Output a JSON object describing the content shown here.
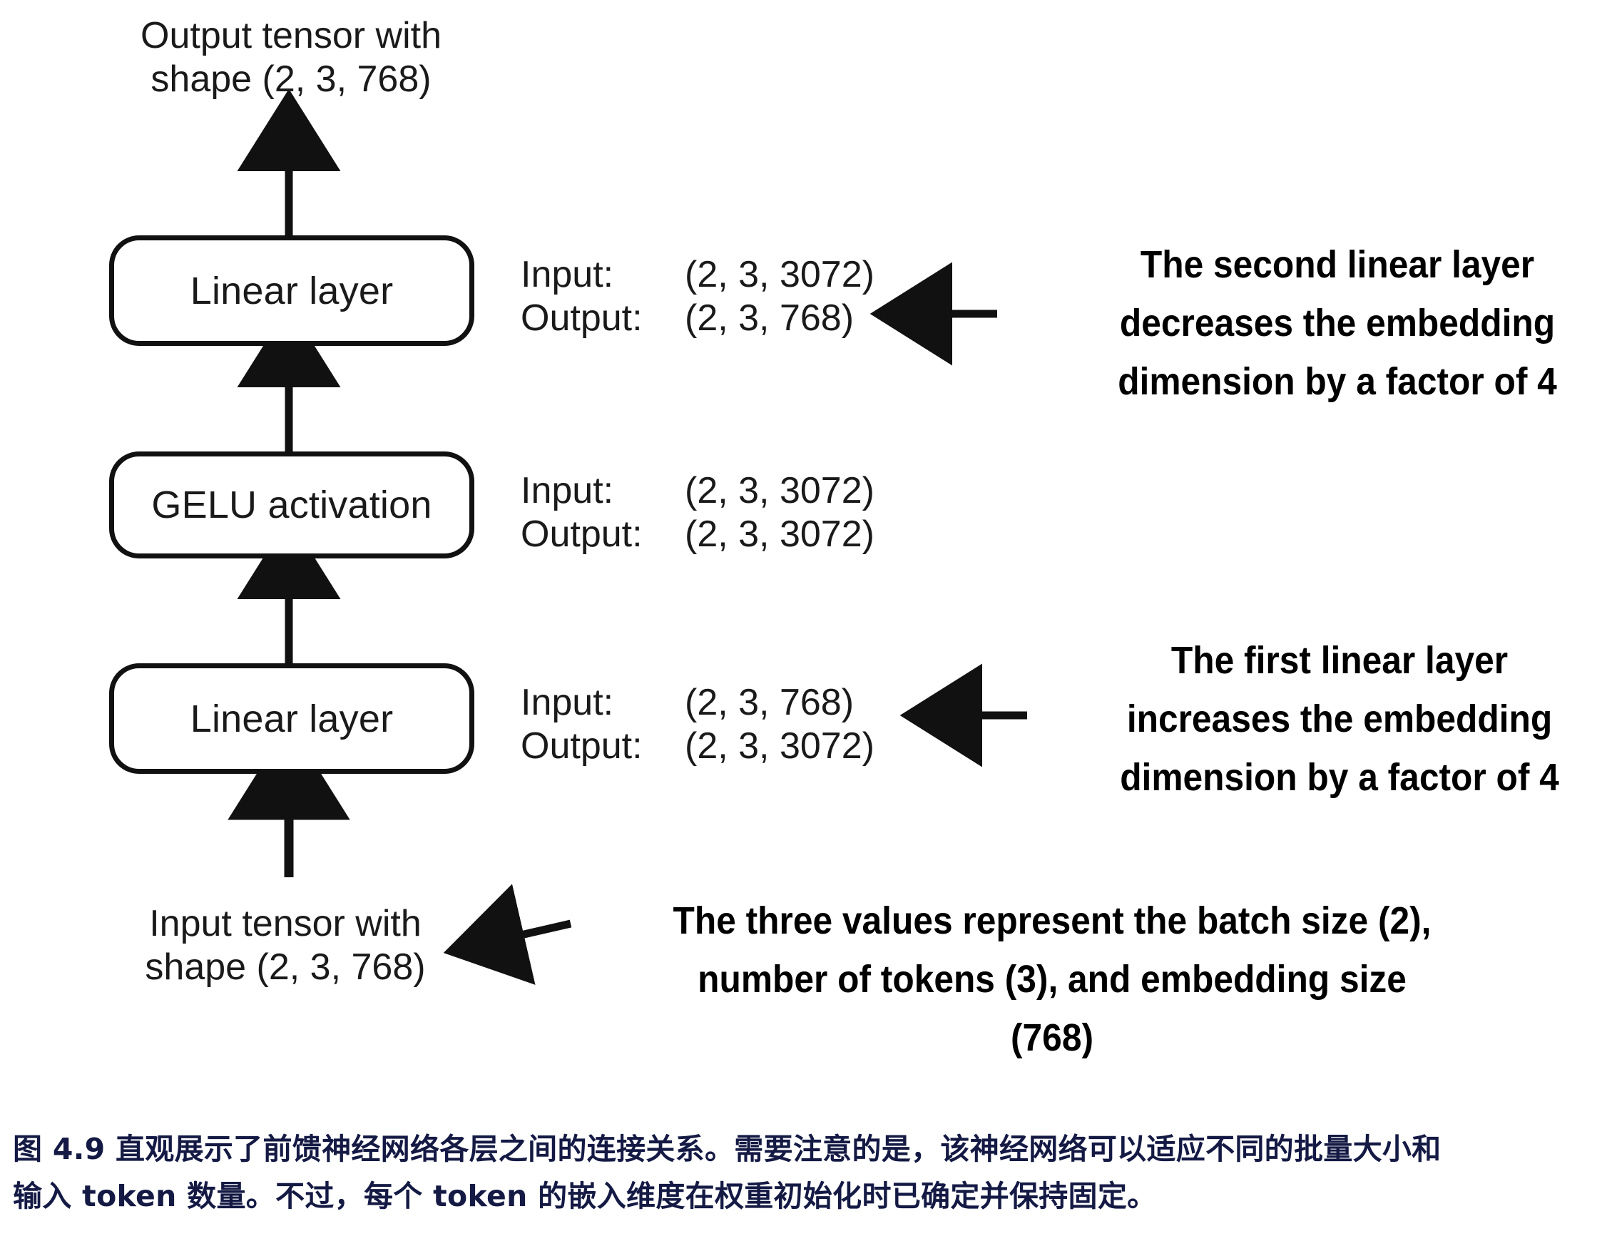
{
  "figure": {
    "top_tensor_label": "Output tensor with\nshape (2, 3, 768)",
    "bottom_tensor_label": "Input tensor with\nshape (2, 3, 768)",
    "nodes": [
      {
        "id": "linear-2",
        "label": "Linear layer"
      },
      {
        "id": "gelu",
        "label": "GELU activation"
      },
      {
        "id": "linear-1",
        "label": "Linear layer"
      }
    ],
    "io_blocks": [
      {
        "id": "io-linear-2",
        "input_key": "Input:",
        "input_value": "(2, 3, 3072)",
        "output_key": "Output:",
        "output_value": "(2, 3, 768)"
      },
      {
        "id": "io-gelu",
        "input_key": "Input:",
        "input_value": "(2, 3, 3072)",
        "output_key": "Output:",
        "output_value": "(2, 3, 3072)"
      },
      {
        "id": "io-linear-1",
        "input_key": "Input:",
        "input_value": "(2, 3, 768)",
        "output_key": "Output:",
        "output_value": "(2, 3, 3072)"
      }
    ],
    "annotations": [
      {
        "id": "annot-second-linear",
        "line1": "The second linear layer",
        "line2": "decreases the embedding",
        "line3": "dimension by a factor of 4"
      },
      {
        "id": "annot-first-linear",
        "line1": "The first linear layer",
        "line2": "increases the embedding",
        "line3": "dimension by a factor of 4"
      },
      {
        "id": "annot-three-values",
        "line1": "The three values represent the batch size (2),",
        "line2": "number of tokens (3), and embedding size",
        "line3": "(768)"
      }
    ],
    "arrows": [
      {
        "id": "arrow-linear2-to-output",
        "direction": "up"
      },
      {
        "id": "arrow-gelu-to-linear2",
        "direction": "up"
      },
      {
        "id": "arrow-linear1-to-gelu",
        "direction": "up"
      },
      {
        "id": "arrow-input-to-linear1",
        "direction": "up"
      },
      {
        "id": "arrow-annot-second-linear",
        "direction": "left"
      },
      {
        "id": "arrow-annot-first-linear",
        "direction": "left"
      },
      {
        "id": "arrow-annot-three-values",
        "direction": "left-diagonal"
      }
    ]
  },
  "caption": {
    "line1": "图 4.9 直观展示了前馈神经网络各层之间的连接关系。需要注意的是，该神经网络可以适应不同的批量大小和",
    "line2": "输入 token 数量。不过，每个 token 的嵌入维度在权重初始化时已确定并保持固定。"
  },
  "colors": {
    "stroke": "#111111",
    "text": "#1a1a1a",
    "annotation": "#000000",
    "caption": "#141a44",
    "background": "#ffffff"
  }
}
